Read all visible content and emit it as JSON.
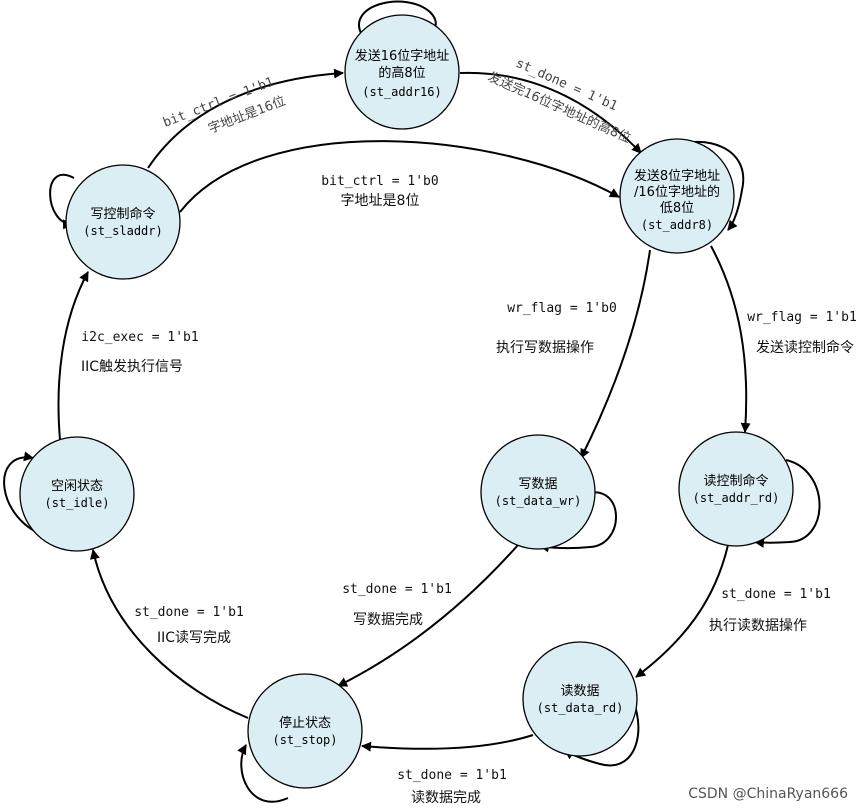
{
  "states": {
    "idle": {
      "name": "空闲状态",
      "code": "(st_idle)"
    },
    "sladdr": {
      "name": "写控制命令",
      "code": "(st_sladdr)"
    },
    "addr16": {
      "name1": "发送16位字地址",
      "name2": "的高8位",
      "code": "(st_addr16)"
    },
    "addr8": {
      "name1": "发送8位字地址",
      "name2": "/16位字地址的",
      "name3": "低8位",
      "code": "(st_addr8)"
    },
    "data_wr": {
      "name": "写数据",
      "code": "(st_data_wr)"
    },
    "addr_rd": {
      "name": "读控制命令",
      "code": "(st_addr_rd)"
    },
    "data_rd": {
      "name": "读数据",
      "code": "(st_data_rd)"
    },
    "stop": {
      "name": "停止状态",
      "code": "(st_stop)"
    }
  },
  "transitions": {
    "idle_to_sladdr": {
      "cond": "i2c_exec = 1'b1",
      "desc": "IIC触发执行信号"
    },
    "sladdr_to_addr16": {
      "cond": "bit_ctrl = 1'b1",
      "desc": "字地址是16位"
    },
    "sladdr_to_addr8": {
      "cond": "bit_ctrl = 1'b0",
      "desc": "字地址是8位"
    },
    "addr16_to_addr8": {
      "cond": "st_done = 1'b1",
      "desc": "发送完16位字地址的高8位"
    },
    "addr8_to_data_wr": {
      "cond": "wr_flag = 1'b0",
      "desc": "执行写数据操作"
    },
    "addr8_to_addr_rd": {
      "cond": "wr_flag = 1'b1",
      "desc": "发送读控制命令"
    },
    "data_wr_to_stop": {
      "cond": "st_done = 1'b1",
      "desc": "写数据完成"
    },
    "addr_rd_to_data_rd": {
      "cond": "st_done = 1'b1",
      "desc": "执行读数据操作"
    },
    "data_rd_to_stop": {
      "cond": "st_done = 1'b1",
      "desc": "读数据完成"
    },
    "stop_to_idle": {
      "cond": "st_done = 1'b1",
      "desc": "IIC读写完成"
    }
  },
  "watermark": "CSDN @ChinaRyan666"
}
